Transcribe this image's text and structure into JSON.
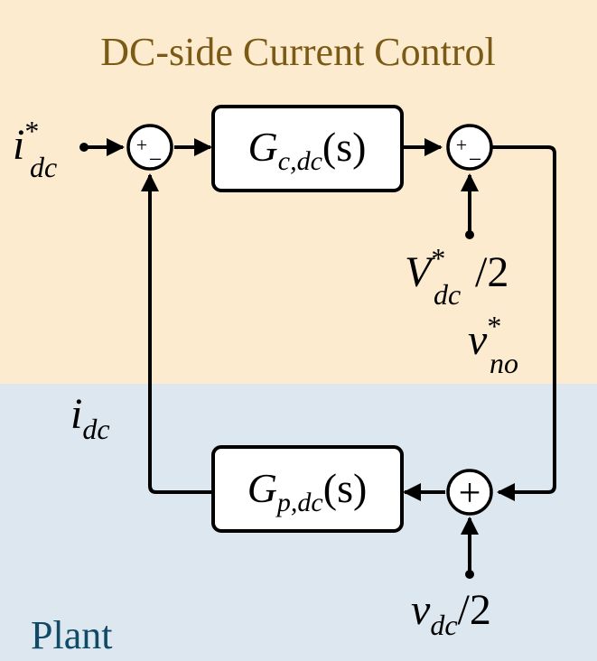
{
  "regions": {
    "controller": {
      "title": "DC-side Current Control",
      "background": "#fdebd0",
      "title_color": "#7a5a14"
    },
    "plant": {
      "title": "Plant",
      "background": "#dce7f0",
      "title_color": "#0f4a66"
    }
  },
  "blocks": {
    "controller_tf": {
      "base": "G",
      "sub": "c,dc",
      "arg": "(s)"
    },
    "plant_tf": {
      "base": "G",
      "sub": "p,dc",
      "arg": "(s)"
    }
  },
  "summing_junctions": {
    "error": {
      "top_sign": "+",
      "bottom_sign": "−"
    },
    "feedforward": {
      "top_sign": "+",
      "bottom_sign": "−"
    },
    "disturbance": {
      "symbol": "+"
    }
  },
  "signals": {
    "reference": {
      "base": "i",
      "sup": "*",
      "sub": "dc"
    },
    "feedforward": {
      "base": "V",
      "sup": "*",
      "sub": "dc",
      "suffix": "/2"
    },
    "control_output": {
      "base": "v",
      "sup": "*",
      "sub": "no"
    },
    "feedback": {
      "base": "i",
      "sub": "dc"
    },
    "disturbance": {
      "base": "v",
      "sub": "dc",
      "suffix": "/2"
    }
  },
  "colors": {
    "line": "#000000",
    "block_fill": "#ffffff"
  }
}
